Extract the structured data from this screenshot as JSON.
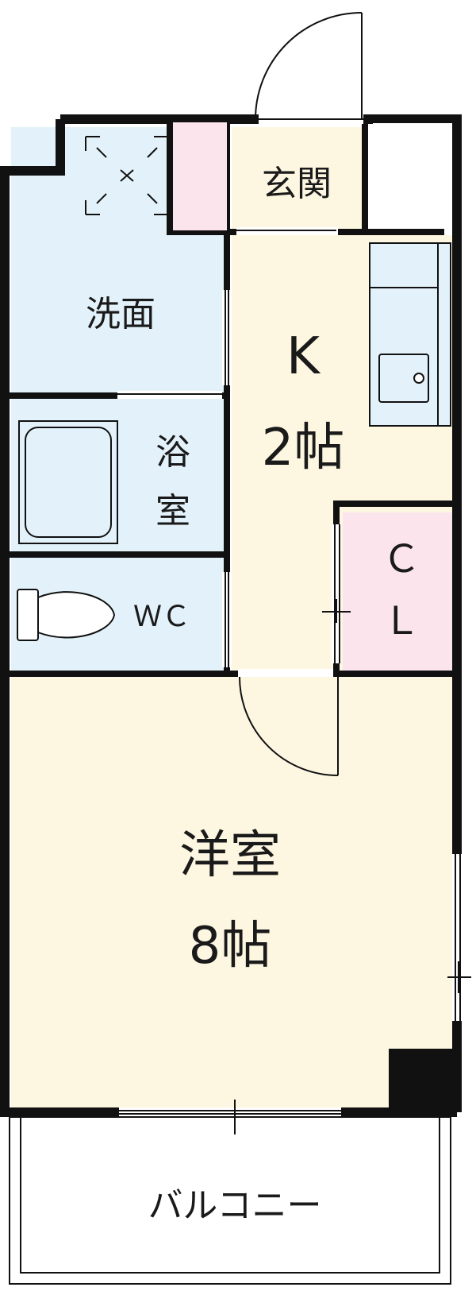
{
  "rooms": {
    "entrance": "玄関",
    "washroom": "洗面",
    "kitchen_name": "K",
    "kitchen_size": "2帖",
    "bath_line1": "浴",
    "bath_line2": "室",
    "wc": "ＷＣ",
    "closet_line1": "Ｃ",
    "closet_line2": "Ｌ",
    "western_name": "洋室",
    "western_size": "8帖",
    "balcony": "バルコニー"
  },
  "colors": {
    "wet_area": "#e3f2fa",
    "living_area": "#fdf7e2",
    "storage": "#fce4ec",
    "wall": "#111111"
  }
}
